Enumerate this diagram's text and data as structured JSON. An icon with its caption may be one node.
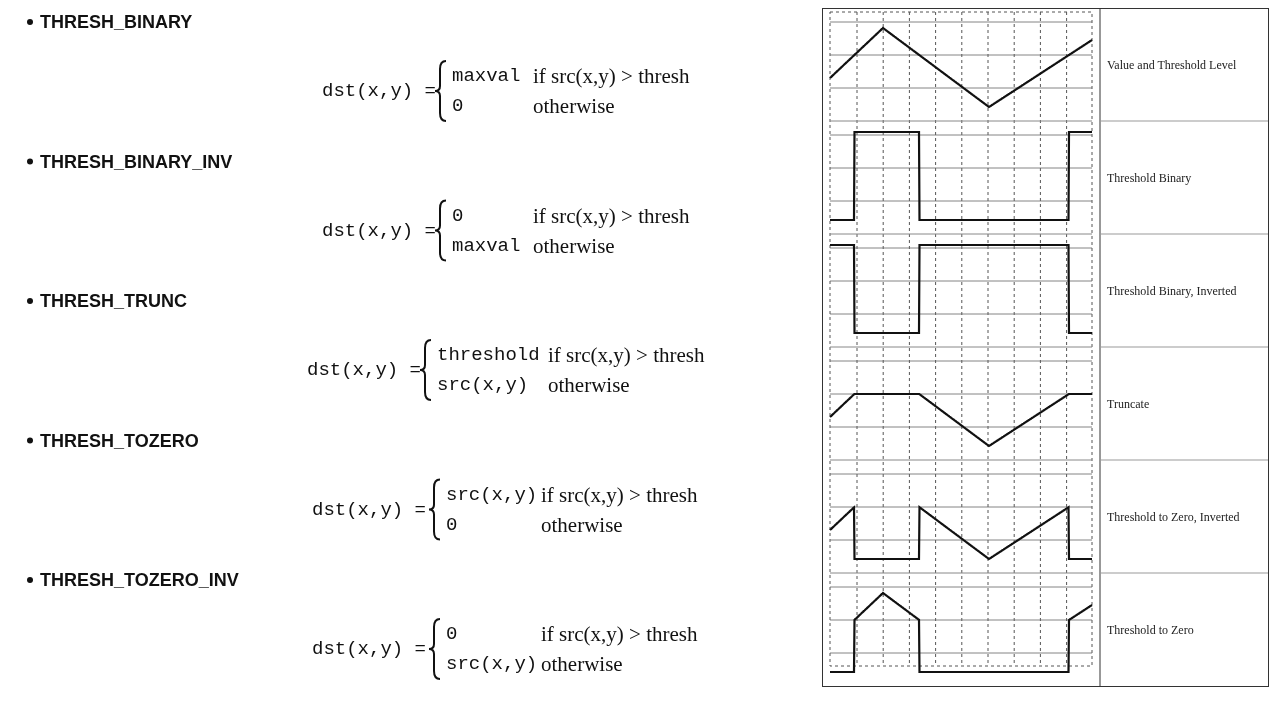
{
  "diagram": {
    "labels": [
      "THRESH_BINARY",
      "dst(x,y) =",
      "maxval",
      "if src(x,y) > thresh",
      "0",
      "otherwise",
      "THRESH_BINARY_INV",
      "dst(x,y) =",
      "0",
      "if src(x,y) > thresh",
      "maxval",
      "otherwise",
      "THRESH_TRUNC",
      "dst(x,y) =",
      "threshold",
      "if src(x,y) > thresh",
      "src(x,y)",
      "otherwise",
      "THRESH_TOZERO",
      "dst(x,y) =",
      "src(x,y)",
      "if src(x,y) > thresh",
      "0",
      "otherwise",
      "THRESH_TOZERO_INV",
      "dst(x,y) =",
      "0",
      "if src(x,y) > thresh",
      "src(x,y)",
      "otherwise",
      "Value and Threshold Level",
      "Threshold Binary",
      "Threshold Binary, Inverted",
      "Truncate",
      "Threshold to Zero, Inverted",
      "Threshold to Zero"
    ]
  }
}
